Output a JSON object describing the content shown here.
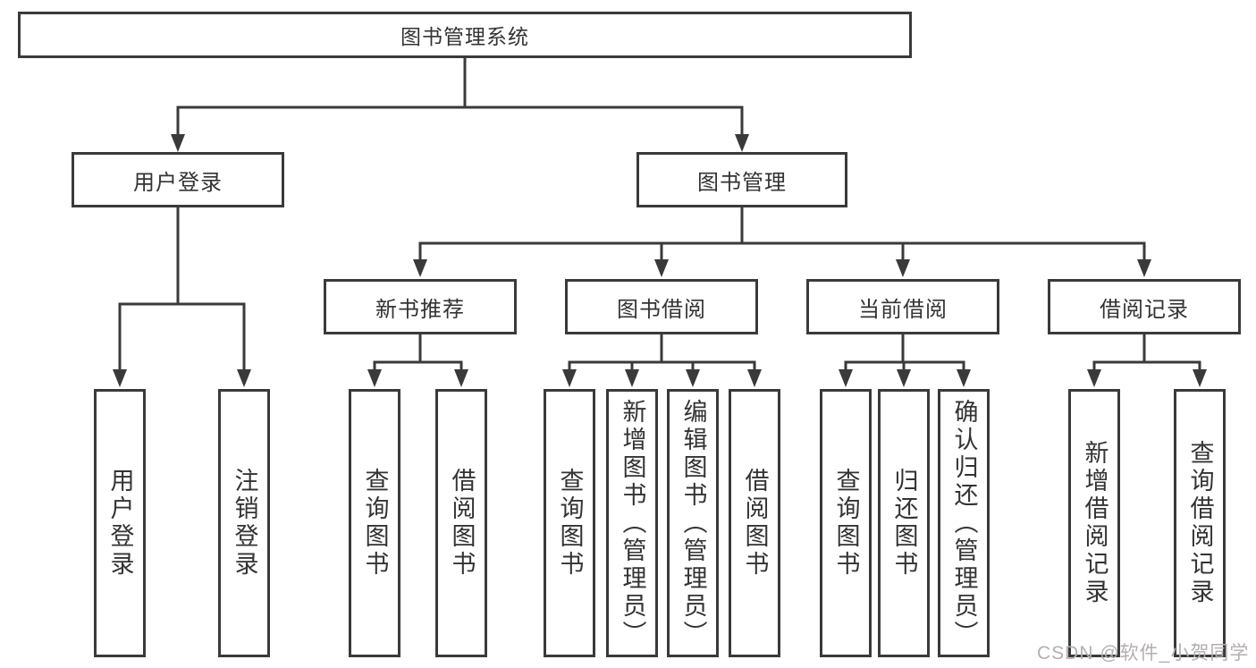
{
  "watermark": "CSDN @软件_小贺同学",
  "colors": {
    "line": "#3a3a3a",
    "text": "#333333",
    "watermark": "#b5aeae",
    "background": "#ffffff"
  },
  "tree": {
    "label": "图书管理系统",
    "children": [
      {
        "label": "用户登录",
        "children": [
          {
            "label": "用户登录"
          },
          {
            "label": "注销登录"
          }
        ]
      },
      {
        "label": "图书管理",
        "children": [
          {
            "label": "新书推荐",
            "children": [
              {
                "label": "查询图书"
              },
              {
                "label": "借阅图书"
              }
            ]
          },
          {
            "label": "图书借阅",
            "children": [
              {
                "label": "查询图书"
              },
              {
                "label": "新增图书（管理员）"
              },
              {
                "label": "编辑图书（管理员）"
              },
              {
                "label": "借阅图书"
              }
            ]
          },
          {
            "label": "当前借阅",
            "children": [
              {
                "label": "查询图书"
              },
              {
                "label": "归还图书"
              },
              {
                "label": "确认归还（管理员）"
              }
            ]
          },
          {
            "label": "借阅记录",
            "children": [
              {
                "label": "新增借阅记录"
              },
              {
                "label": "查询借阅记录"
              }
            ]
          }
        ]
      }
    ]
  }
}
